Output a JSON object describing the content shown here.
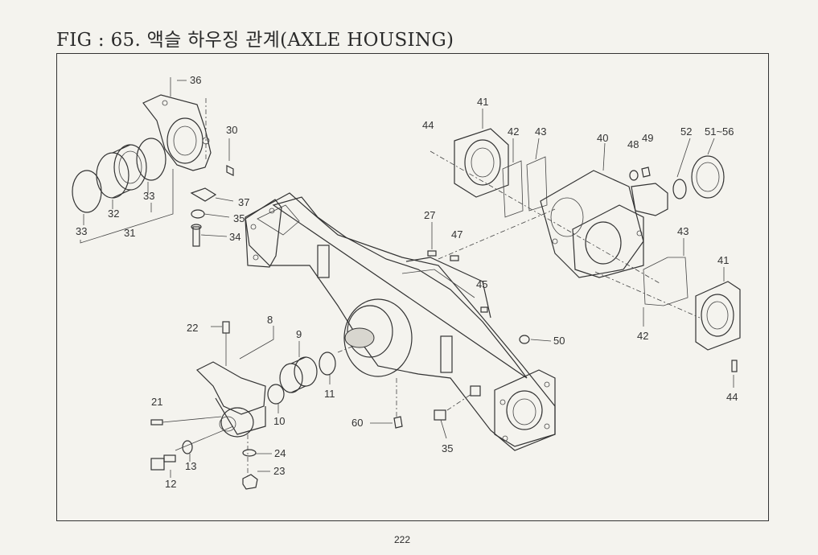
{
  "page": {
    "title": "FIG : 65. 액슬 하우징 관계(AXLE HOUSING)",
    "page_number": "222"
  },
  "callouts": {
    "c36": "36",
    "c30": "30",
    "c37": "37",
    "c35a": "35",
    "c34": "34",
    "c33a": "33",
    "c33b": "33",
    "c32": "32",
    "c31": "31",
    "c27": "27",
    "c44a": "44",
    "c41a": "41",
    "c42a": "42",
    "c43a": "43",
    "c40": "40",
    "c48": "48",
    "c49": "49",
    "c52": "52",
    "c5156": "51~56",
    "c43b": "43",
    "c41b": "41",
    "c42b": "42",
    "c44b": "44",
    "c45": "45",
    "c47": "47",
    "c50": "50",
    "c22": "22",
    "c8": "8",
    "c9": "9",
    "c11": "11",
    "c10": "10",
    "c21": "21",
    "c13": "13",
    "c12": "12",
    "c24": "24",
    "c23": "23",
    "c60": "60",
    "c35b": "35"
  }
}
